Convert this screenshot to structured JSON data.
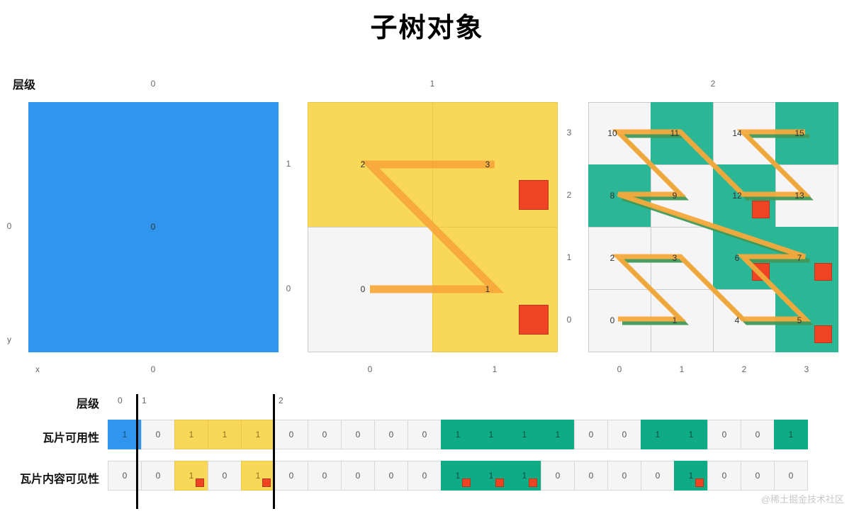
{
  "title": "子树对象",
  "watermark": "@稀土掘金技术社区",
  "colors": {
    "blue": "#2f95ed",
    "yellow": "#f9d757",
    "teal": "#2bb696",
    "teal_bits": "#0eab85",
    "empty": "#f5f5f5",
    "content_red": "#ef4423",
    "curve_orange": "#f6a93b",
    "curve_green": "#3f9a56"
  },
  "level_row_label": "层级",
  "panels": [
    {
      "name": "level-0",
      "level_label": "0",
      "size": 1,
      "x_axis_title": "x",
      "y_axis_title": "y",
      "x_ticks": [
        "0"
      ],
      "y_ticks": [
        "0"
      ],
      "cells": [
        {
          "col": 0,
          "row": 0,
          "state": "filled-blue"
        }
      ],
      "nodes": [
        {
          "index": "0",
          "col": 0,
          "row": 0
        }
      ],
      "content_boxes": [],
      "curve_orange": [],
      "curve_green": []
    },
    {
      "name": "level-1",
      "level_label": "1",
      "size": 2,
      "x_axis_title": "",
      "y_axis_title": "",
      "x_ticks": [
        "0",
        "1"
      ],
      "y_ticks": [
        "0",
        "1"
      ],
      "cells": [
        {
          "col": 0,
          "row": 0,
          "state": "empty"
        },
        {
          "col": 1,
          "row": 0,
          "state": "filled-yellow"
        },
        {
          "col": 0,
          "row": 1,
          "state": "filled-yellow"
        },
        {
          "col": 1,
          "row": 1,
          "state": "filled-yellow"
        }
      ],
      "nodes": [
        {
          "index": "0",
          "col": 0,
          "row": 0
        },
        {
          "index": "1",
          "col": 1,
          "row": 0
        },
        {
          "index": "2",
          "col": 0,
          "row": 1
        },
        {
          "index": "3",
          "col": 1,
          "row": 1
        }
      ],
      "content_boxes": [
        {
          "col": 1,
          "row": 1
        },
        {
          "col": 1,
          "row": 0
        }
      ],
      "curve_orange": [
        {
          "col": 0,
          "row": 0
        },
        {
          "col": 1,
          "row": 0
        },
        {
          "col": 0,
          "row": 1
        },
        {
          "col": 1,
          "row": 1
        }
      ],
      "curve_green": []
    },
    {
      "name": "level-2",
      "level_label": "2",
      "size": 4,
      "x_axis_title": "",
      "y_axis_title": "",
      "x_ticks": [
        "0",
        "1",
        "2",
        "3"
      ],
      "y_ticks": [
        "0",
        "1",
        "2",
        "3"
      ],
      "cells": [
        {
          "col": 0,
          "row": 0,
          "state": "empty"
        },
        {
          "col": 1,
          "row": 0,
          "state": "empty"
        },
        {
          "col": 2,
          "row": 0,
          "state": "empty"
        },
        {
          "col": 3,
          "row": 0,
          "state": "filled-teal"
        },
        {
          "col": 0,
          "row": 1,
          "state": "empty"
        },
        {
          "col": 1,
          "row": 1,
          "state": "empty"
        },
        {
          "col": 2,
          "row": 1,
          "state": "filled-teal"
        },
        {
          "col": 3,
          "row": 1,
          "state": "filled-teal"
        },
        {
          "col": 0,
          "row": 2,
          "state": "filled-teal"
        },
        {
          "col": 1,
          "row": 2,
          "state": "empty"
        },
        {
          "col": 2,
          "row": 2,
          "state": "filled-teal"
        },
        {
          "col": 3,
          "row": 2,
          "state": "empty"
        },
        {
          "col": 0,
          "row": 3,
          "state": "empty"
        },
        {
          "col": 1,
          "row": 3,
          "state": "filled-teal"
        },
        {
          "col": 2,
          "row": 3,
          "state": "empty"
        },
        {
          "col": 3,
          "row": 3,
          "state": "filled-teal"
        }
      ],
      "nodes": [
        {
          "index": "0",
          "col": 0,
          "row": 0
        },
        {
          "index": "1",
          "col": 1,
          "row": 0
        },
        {
          "index": "2",
          "col": 0,
          "row": 1
        },
        {
          "index": "3",
          "col": 1,
          "row": 1
        },
        {
          "index": "4",
          "col": 2,
          "row": 0
        },
        {
          "index": "5",
          "col": 3,
          "row": 0
        },
        {
          "index": "6",
          "col": 2,
          "row": 1
        },
        {
          "index": "7",
          "col": 3,
          "row": 1
        },
        {
          "index": "8",
          "col": 0,
          "row": 2
        },
        {
          "index": "9",
          "col": 1,
          "row": 2
        },
        {
          "index": "10",
          "col": 0,
          "row": 3
        },
        {
          "index": "11",
          "col": 1,
          "row": 3
        },
        {
          "index": "12",
          "col": 2,
          "row": 2
        },
        {
          "index": "13",
          "col": 3,
          "row": 2
        },
        {
          "index": "14",
          "col": 2,
          "row": 3
        },
        {
          "index": "15",
          "col": 3,
          "row": 3
        }
      ],
      "content_boxes": [
        {
          "col": 2,
          "row": 2
        },
        {
          "col": 2,
          "row": 1
        },
        {
          "col": 3,
          "row": 1
        },
        {
          "col": 3,
          "row": 0
        }
      ],
      "curve_orange": [
        {
          "col": 0,
          "row": 0
        },
        {
          "col": 1,
          "row": 0
        },
        {
          "col": 0,
          "row": 1
        },
        {
          "col": 1,
          "row": 1
        },
        {
          "col": 2,
          "row": 0
        },
        {
          "col": 3,
          "row": 0
        },
        {
          "col": 2,
          "row": 1
        },
        {
          "col": 3,
          "row": 1
        },
        {
          "col": 0,
          "row": 2
        },
        {
          "col": 1,
          "row": 2
        },
        {
          "col": 0,
          "row": 3
        },
        {
          "col": 1,
          "row": 3
        },
        {
          "col": 2,
          "row": 2
        },
        {
          "col": 3,
          "row": 2
        },
        {
          "col": 2,
          "row": 3
        },
        {
          "col": 3,
          "row": 3
        }
      ],
      "curve_green": [
        {
          "col": 0,
          "row": 0
        },
        {
          "col": 1,
          "row": 0
        },
        {
          "col": 0,
          "row": 1
        },
        {
          "col": 1,
          "row": 1
        },
        {
          "col": 2,
          "row": 0
        },
        {
          "col": 3,
          "row": 0
        },
        {
          "col": 2,
          "row": 1
        },
        {
          "col": 3,
          "row": 1
        },
        {
          "col": 0,
          "row": 2
        },
        {
          "col": 1,
          "row": 2
        },
        {
          "col": 0,
          "row": 3
        },
        {
          "col": 1,
          "row": 3
        },
        {
          "col": 2,
          "row": 2
        },
        {
          "col": 3,
          "row": 2
        },
        {
          "col": 2,
          "row": 3
        },
        {
          "col": 3,
          "row": 3
        }
      ]
    }
  ],
  "bitstream": {
    "level_label": "层级",
    "availability_label": "瓦片可用性",
    "visibility_label": "瓦片内容可见性",
    "level_ticks": [
      "0",
      "1",
      "2"
    ],
    "availability": [
      {
        "value": "1",
        "color": "v-blue",
        "content": false
      },
      {
        "value": "0",
        "color": "",
        "content": false
      },
      {
        "value": "1",
        "color": "v-yellow",
        "content": false
      },
      {
        "value": "1",
        "color": "v-yellow",
        "content": false
      },
      {
        "value": "1",
        "color": "v-yellow",
        "content": false
      },
      {
        "value": "0",
        "color": "",
        "content": false
      },
      {
        "value": "0",
        "color": "",
        "content": false
      },
      {
        "value": "0",
        "color": "",
        "content": false
      },
      {
        "value": "0",
        "color": "",
        "content": false
      },
      {
        "value": "0",
        "color": "",
        "content": false
      },
      {
        "value": "1",
        "color": "v-teal",
        "content": false
      },
      {
        "value": "1",
        "color": "v-teal",
        "content": false
      },
      {
        "value": "1",
        "color": "v-teal",
        "content": false
      },
      {
        "value": "1",
        "color": "v-teal",
        "content": false
      },
      {
        "value": "0",
        "color": "",
        "content": false
      },
      {
        "value": "0",
        "color": "",
        "content": false
      },
      {
        "value": "1",
        "color": "v-teal",
        "content": false
      },
      {
        "value": "1",
        "color": "v-teal",
        "content": false
      },
      {
        "value": "0",
        "color": "",
        "content": false
      },
      {
        "value": "0",
        "color": "",
        "content": false
      },
      {
        "value": "1",
        "color": "v-teal",
        "content": false
      }
    ],
    "visibility": [
      {
        "value": "0",
        "color": "",
        "content": false
      },
      {
        "value": "0",
        "color": "",
        "content": false
      },
      {
        "value": "1",
        "color": "v-yellow",
        "content": true
      },
      {
        "value": "0",
        "color": "",
        "content": false
      },
      {
        "value": "1",
        "color": "v-yellow",
        "content": true
      },
      {
        "value": "0",
        "color": "",
        "content": false
      },
      {
        "value": "0",
        "color": "",
        "content": false
      },
      {
        "value": "0",
        "color": "",
        "content": false
      },
      {
        "value": "0",
        "color": "",
        "content": false
      },
      {
        "value": "0",
        "color": "",
        "content": false
      },
      {
        "value": "1",
        "color": "v-teal",
        "content": true
      },
      {
        "value": "1",
        "color": "v-teal",
        "content": true
      },
      {
        "value": "1",
        "color": "v-teal",
        "content": true
      },
      {
        "value": "0",
        "color": "",
        "content": false
      },
      {
        "value": "0",
        "color": "",
        "content": false
      },
      {
        "value": "0",
        "color": "",
        "content": false
      },
      {
        "value": "0",
        "color": "",
        "content": false
      },
      {
        "value": "1",
        "color": "v-teal",
        "content": true
      },
      {
        "value": "0",
        "color": "",
        "content": false
      },
      {
        "value": "0",
        "color": "",
        "content": false
      },
      {
        "value": "0",
        "color": "",
        "content": false
      }
    ]
  }
}
